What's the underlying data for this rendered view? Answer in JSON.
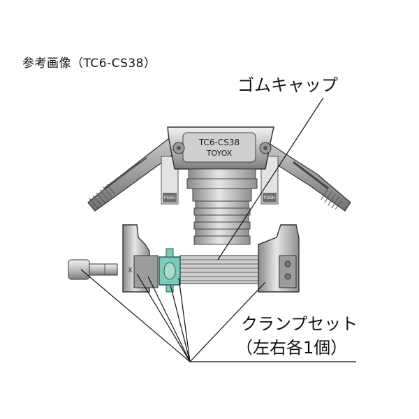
{
  "reference_label": "参考画像（TC6-CS38）",
  "callouts": {
    "rubber_cap": "ゴムキャップ",
    "clamp_set": "クランプセット",
    "clamp_set_qty": "（左右各1個）"
  },
  "body_marking": {
    "line1": "TC6-CS38",
    "line2": "TOYOX"
  },
  "lever_marking": "PUSH",
  "colors": {
    "metal_light": "#d8d8d8",
    "metal_mid": "#a9a9a9",
    "metal_dark": "#6e6e6e",
    "cap_green": "#7fc9b9",
    "line": "#111111"
  }
}
